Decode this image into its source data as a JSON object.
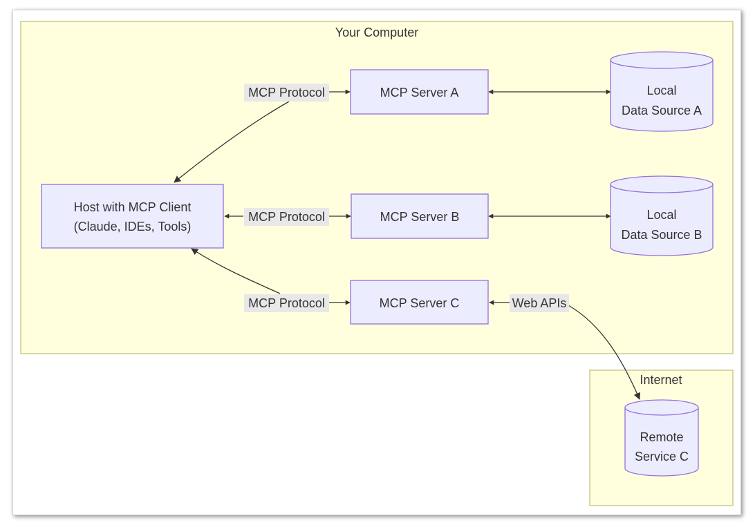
{
  "clusters": {
    "your_computer": "Your Computer",
    "internet": "Internet"
  },
  "nodes": {
    "host": {
      "line1": "Host with MCP Client",
      "line2": "(Claude, IDEs, Tools)"
    },
    "server_a": "MCP Server A",
    "server_b": "MCP Server B",
    "server_c": "MCP Server C",
    "data_a": {
      "line1": "Local",
      "line2": "Data Source A"
    },
    "data_b": {
      "line1": "Local",
      "line2": "Data Source B"
    },
    "remote_c": {
      "line1": "Remote",
      "line2": "Service C"
    }
  },
  "edges": {
    "protocol_a": "MCP Protocol",
    "protocol_b": "MCP Protocol",
    "protocol_c": "MCP Protocol",
    "web_apis": "Web APIs"
  },
  "colors": {
    "cluster_fill": "#ffffde",
    "cluster_stroke": "#cccc88",
    "node_fill": "#ececff",
    "node_stroke": "#9370db",
    "line": "#333333",
    "label_bg": "#e8e8e8"
  }
}
